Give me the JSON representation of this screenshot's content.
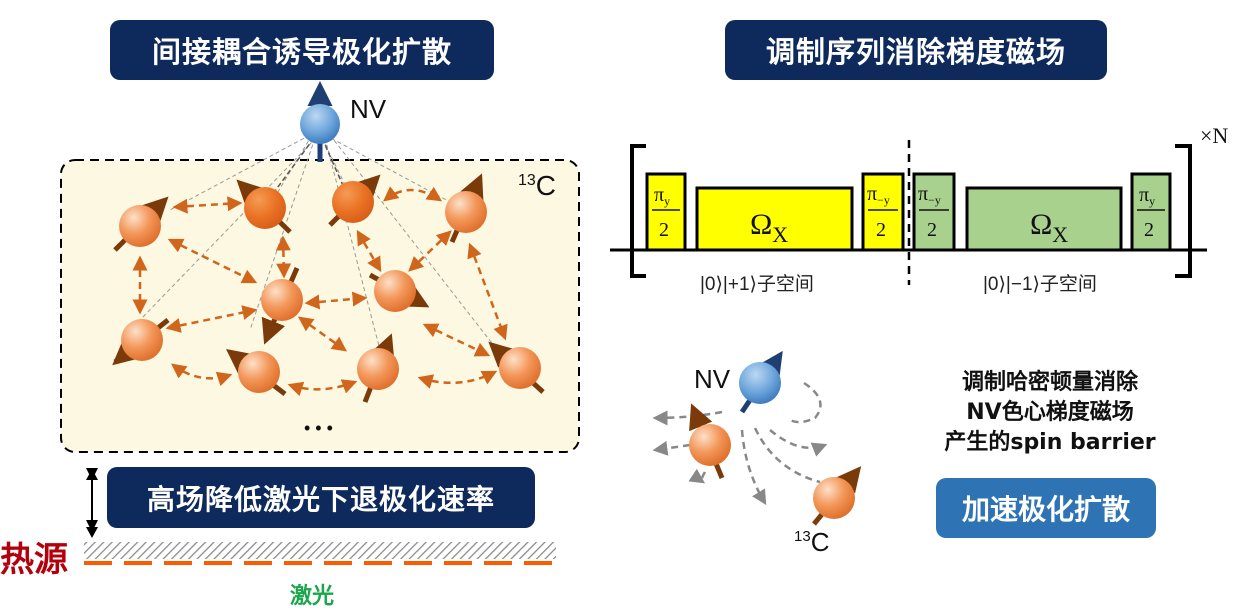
{
  "left_panel": {
    "title": "间接耦合诱导极化扩散",
    "nv_label": "NV",
    "carbon_label_sup": "13",
    "carbon_label": "C",
    "ellipsis": "• • •",
    "bottom_title": "高场降低激光下退极化速率",
    "heat_source_label": "热源",
    "laser_label": "激光"
  },
  "right_panel": {
    "title": "调制序列消除梯度磁场",
    "repeat_label": "×N",
    "pulses": [
      {
        "numer_base": "π",
        "numer_sub": "y",
        "denom": "2",
        "color": "#ffff00"
      },
      {
        "symbol": "Ω",
        "sub": "X",
        "color": "#ffff00"
      },
      {
        "numer_base": "π",
        "numer_sub": "−y",
        "denom": "2",
        "color": "#ffff00"
      },
      {
        "numer_base": "π",
        "numer_sub": "−y",
        "denom": "2",
        "color": "#a9d18e"
      },
      {
        "symbol": "Ω",
        "sub": "X",
        "color": "#a9d18e"
      },
      {
        "numer_base": "π",
        "numer_sub": "y",
        "denom": "2",
        "color": "#a9d18e"
      }
    ],
    "subspace_left": "|0⟩|+1⟩子空间",
    "subspace_right": "|0⟩|−1⟩子空间",
    "nv_label": "NV",
    "carbon_label_sup": "13",
    "carbon_label": "C",
    "description_lines": [
      "调制哈密顿量消除",
      "NV色心梯度磁场",
      "产生的spin barrier"
    ],
    "accelerate_button": "加速极化扩散"
  },
  "colors": {
    "navy": "#0e2a5c",
    "accent_blue": "#2e74b5",
    "yellow_pulse": "#ffff00",
    "green_pulse": "#a9d18e",
    "carbon_orange": "#f08a4b",
    "spin_arrow": "#7a3a0a",
    "heat_red": "#b3000c",
    "laser_green": "#1aa64b",
    "laser_dash": "#ff5a00",
    "cell_bg": "#fdf8e1"
  }
}
